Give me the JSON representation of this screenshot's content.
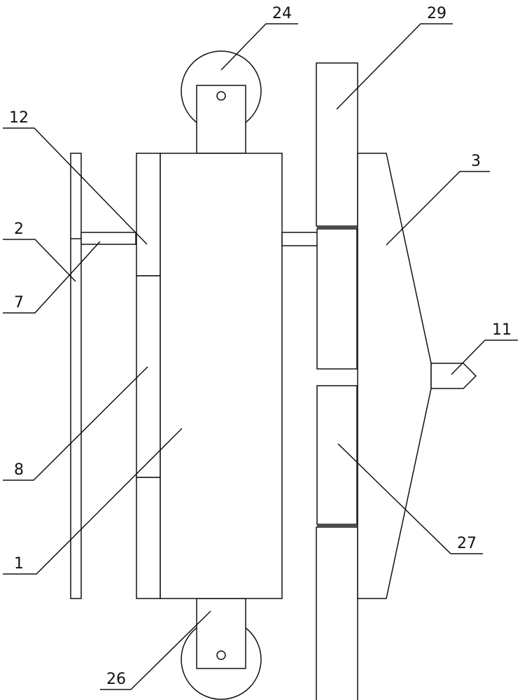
{
  "labels": {
    "l24": "24",
    "l29": "29",
    "l12": "12",
    "l3": "3",
    "l2": "2",
    "l7": "7",
    "l11": "11",
    "l8": "8",
    "l27": "27",
    "l1": "1",
    "l26": "26"
  },
  "colors": {
    "line": "#111111",
    "background": "#ffffff"
  }
}
